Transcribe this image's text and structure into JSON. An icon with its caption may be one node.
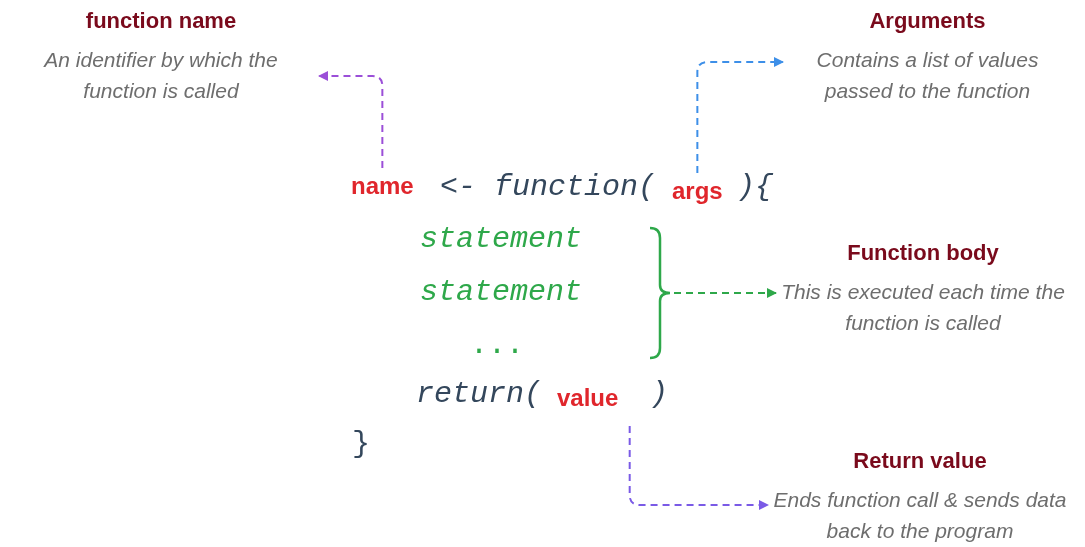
{
  "diagram": {
    "nodes": [
      {
        "text": [
          "function name",
          "An identifier by which the function is called"
        ]
      },
      {
        "text": [
          "Arguments",
          "Contains a list of values passed to the function"
        ]
      },
      {
        "text": [
          "name"
        ]
      },
      {
        "text": [
          "args"
        ]
      },
      {
        "text": [],
        "shape": "brace"
      },
      {
        "text": [
          "Function body",
          "This is executed each time the function is called"
        ]
      },
      {
        "text": [
          "value"
        ]
      },
      {
        "text": [
          "Return value",
          "Ends function call & sends data back to the program"
        ]
      }
    ],
    "edges": [
      {
        "from": 2,
        "to": 0,
        "arrow": "to",
        "style": "dashed",
        "color": "#9b4fd8"
      },
      {
        "from": 3,
        "to": 1,
        "arrow": "to",
        "style": "dashed",
        "color": "#3d8fe8"
      },
      {
        "from": 4,
        "to": 5,
        "arrow": "to",
        "style": "dashed",
        "color": "#2ea84a"
      },
      {
        "from": 6,
        "to": 7,
        "arrow": "to",
        "style": "dashed",
        "color": "#7a5ae6"
      }
    ],
    "labels": [
      "<- function(",
      "){",
      "statement",
      "statement",
      "...",
      "return(",
      ")",
      "}"
    ]
  }
}
